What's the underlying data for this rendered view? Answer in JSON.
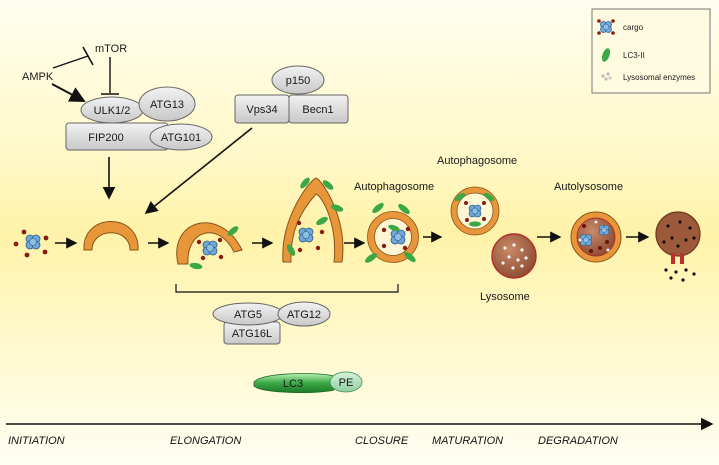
{
  "legend": {
    "cargo": "cargo",
    "lc3": "LC3-II",
    "enzymes": "Lysosomal enzymes"
  },
  "signaling": {
    "mtor": "mTOR",
    "ampk": "AMPK"
  },
  "ulk_complex": {
    "ulk": "ULK1/2",
    "atg13": "ATG13",
    "fip200": "FIP200",
    "atg101": "ATG101"
  },
  "pi3k_complex": {
    "p150": "p150",
    "vps34": "Vps34",
    "becn1": "Becn1"
  },
  "conjugation": {
    "atg5": "ATG5",
    "atg12": "ATG12",
    "atg16l": "ATG16L",
    "lc3": "LC3",
    "pe": "PE"
  },
  "structures": {
    "autophagosome_1": "Autophagosome",
    "autophagosome_2": "Autophagosome",
    "autolysosome": "Autolysosome",
    "lysosome": "Lysosome"
  },
  "stages": {
    "initiation": "INITIATION",
    "elongation": "ELONGATION",
    "closure": "CLOSURE",
    "maturation": "MATURATION",
    "degradation": "DEGRADATION"
  },
  "colors": {
    "membrane": "#e8963a",
    "membrane_edge": "#8a5418",
    "cargo": "#6fa8d8",
    "cargo_dots": "#8b1a12",
    "lc3": "#3aa844",
    "lysosome": "#9c5a3a",
    "box_fill": "#dcdcdc"
  }
}
